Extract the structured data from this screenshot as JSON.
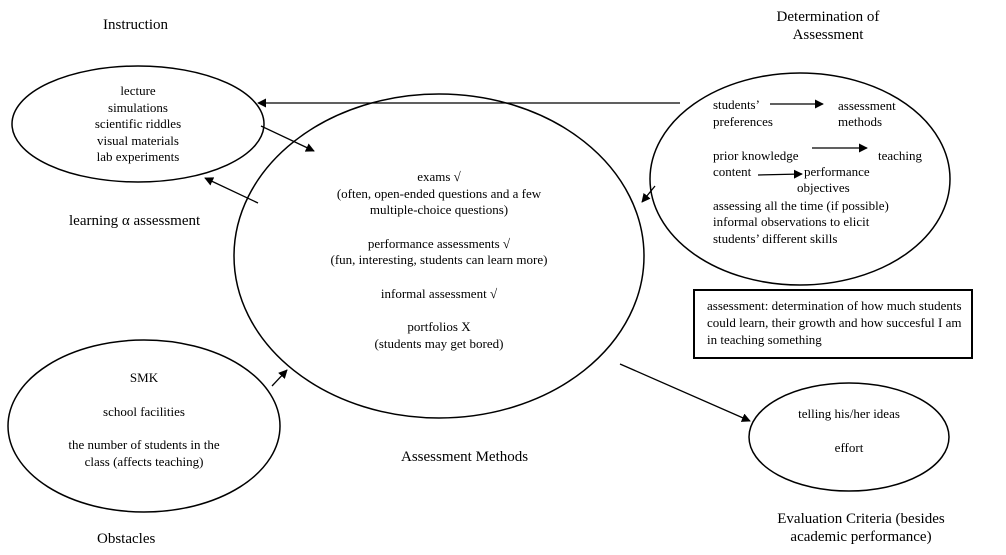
{
  "labels": {
    "instruction": "Instruction",
    "determination": [
      "Determination of",
      "Assessment"
    ],
    "learning": "learning α assessment",
    "assessment_methods": "Assessment Methods",
    "obstacles": "Obstacles",
    "evaluation": [
      "Evaluation Criteria (besides",
      "academic performance)"
    ]
  },
  "instruction_items": [
    "lecture",
    "simulations",
    "scientific riddles",
    "visual materials",
    "lab experiments"
  ],
  "methods": {
    "exams": "exams √",
    "exams_note_1": "(often, open-ended questions and a few",
    "exams_note_2": "multiple-choice questions)",
    "performance": "performance assessments √",
    "performance_note": "(fun, interesting, students can learn more)",
    "informal": "informal assessment √",
    "portfolios": "portfolios X",
    "portfolios_note": "(students may get bored)"
  },
  "determination_items": {
    "students": "students’",
    "preferences": "preferences",
    "assessment": "assessment",
    "methods": "methods",
    "prior_knowledge": "prior knowledge",
    "teaching": "teaching",
    "content": "content",
    "performance": "performance",
    "objectives": "objectives",
    "line1": "assessing all the time (if possible)",
    "line2": "informal observations to elicit",
    "line3": "students’ different skills"
  },
  "definition": "assessment: determination of how much students could learn, their growth and how succesful I am in teaching something",
  "obstacles_items": [
    "SMK",
    "school facilities",
    "the number of students in the",
    "class (affects teaching)"
  ],
  "evaluation_items": [
    "telling his/her ideas",
    "effort"
  ]
}
